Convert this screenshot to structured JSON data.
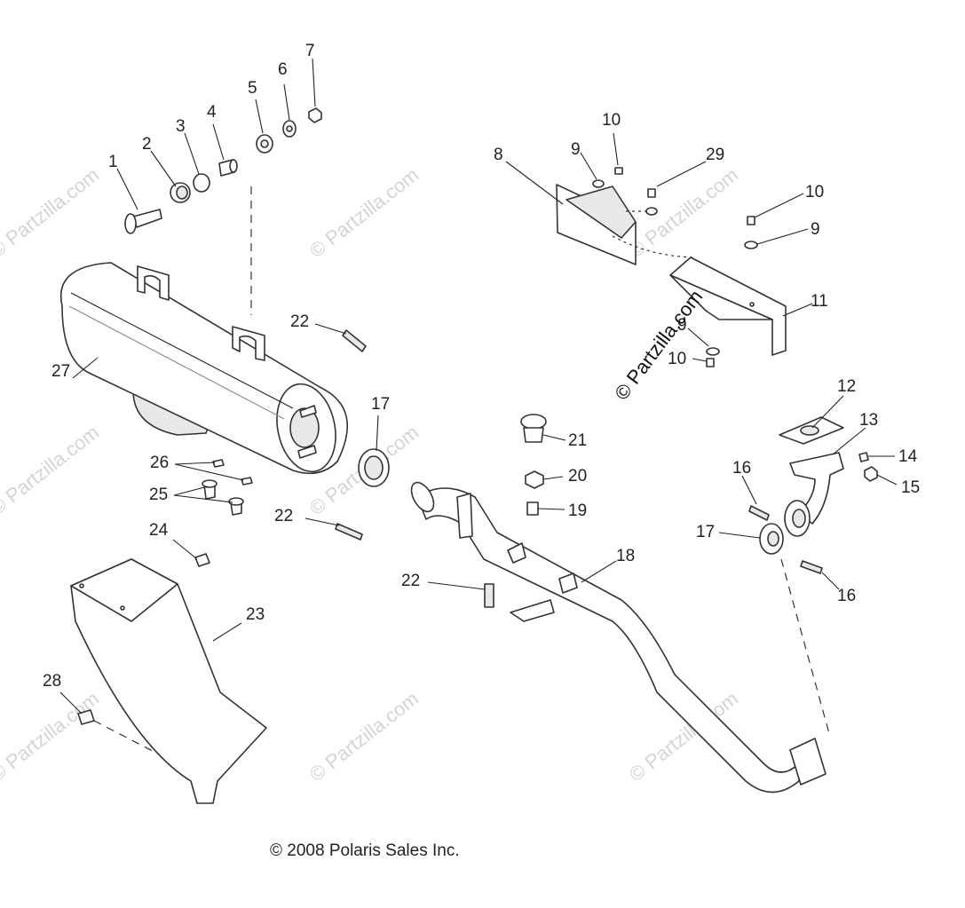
{
  "watermark": "© Partzilla.com",
  "brand_stamp": "© Partzilla.com",
  "copyright": "© 2008 Polaris Sales Inc.",
  "callouts": {
    "c1": "1",
    "c2": "2",
    "c3": "3",
    "c4": "4",
    "c5": "5",
    "c6": "6",
    "c7": "7",
    "c8": "8",
    "c9a": "9",
    "c9b": "9",
    "c9c": "9",
    "c10a": "10",
    "c10b": "10",
    "c10c": "10",
    "c11": "11",
    "c12": "12",
    "c13": "13",
    "c14": "14",
    "c15": "15",
    "c16a": "16",
    "c16b": "16",
    "c17a": "17",
    "c17b": "17",
    "c18": "18",
    "c19": "19",
    "c20": "20",
    "c21": "21",
    "c22a": "22",
    "c22b": "22",
    "c22c": "22",
    "c23": "23",
    "c24": "24",
    "c25": "25",
    "c26": "26",
    "c27": "27",
    "c28": "28",
    "c29": "29"
  }
}
